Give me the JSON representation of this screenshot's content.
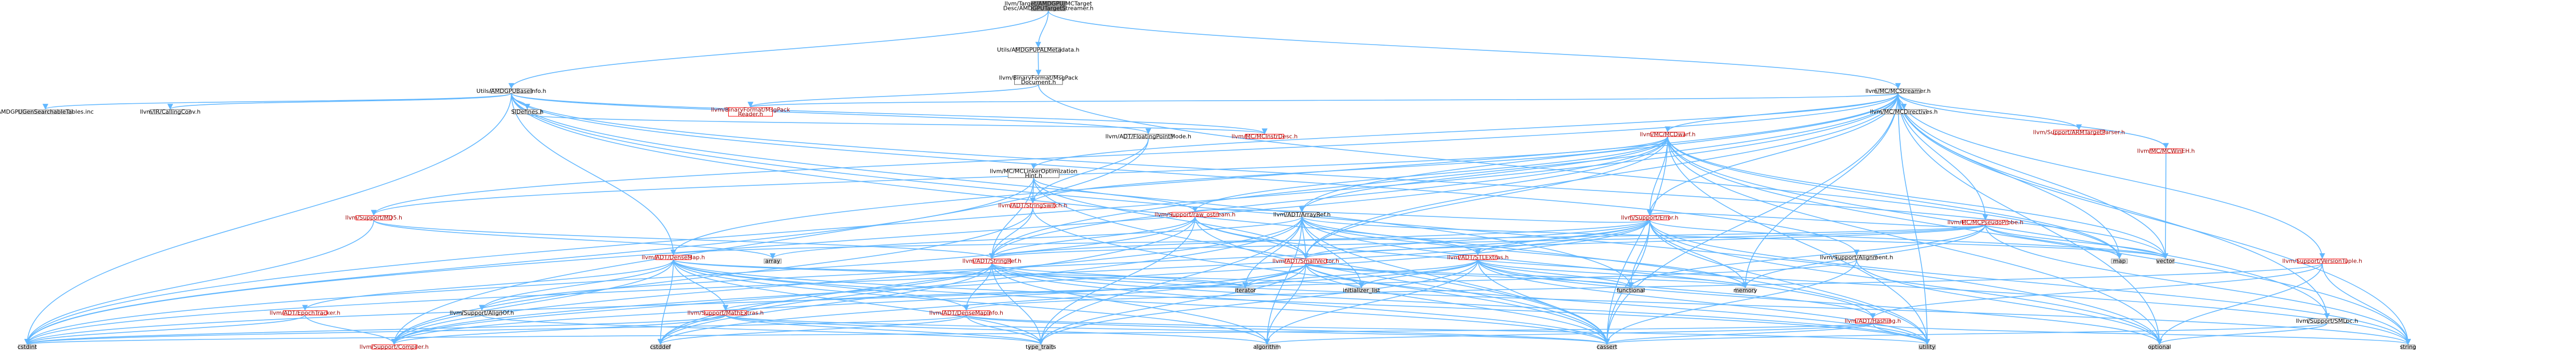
{
  "colors": {
    "edge": "#63b8ff",
    "root_fill": "#999999",
    "root_stroke": "#666666",
    "node_fill": "#ffffff",
    "node_stroke": "#666666",
    "missing_fill": "#e0e0e0",
    "missing_stroke": "#999999",
    "linked_text": "#000000",
    "unresolved_stroke": "#ff0000",
    "unresolved_text": "#9a0000"
  },
  "nodes": [
    {
      "id": "root",
      "lines": [
        "llvm/Target/AMDGPU/MCTarget",
        "Desc/AMDGPUTargetStreamer.h"
      ],
      "kind": "root"
    },
    {
      "id": "baseinfo",
      "lines": [
        "Utils/AMDGPUBaseInfo.h"
      ],
      "kind": "node"
    },
    {
      "id": "palmeta",
      "lines": [
        "Utils/AMDGPUPALMetadata.h"
      ],
      "kind": "node"
    },
    {
      "id": "mcstreamer",
      "lines": [
        "llvm/MC/MCStreamer.h"
      ],
      "kind": "node"
    },
    {
      "id": "msgpackdoc",
      "lines": [
        "llvm/BinaryFormat/MsgPack",
        "Document.h"
      ],
      "kind": "node"
    },
    {
      "id": "gentable",
      "lines": [
        "AMDGPUGenSearchableTables.inc"
      ],
      "kind": "missing"
    },
    {
      "id": "callingconv",
      "lines": [
        "llvm/IR/CallingConv.h"
      ],
      "kind": "node"
    },
    {
      "id": "sidefines",
      "lines": [
        "SIDefines.h"
      ],
      "kind": "node"
    },
    {
      "id": "msgpackreader",
      "lines": [
        "llvm/BinaryFormat/MsgPack",
        "Reader.h"
      ],
      "kind": "red"
    },
    {
      "id": "mcinstrdesc",
      "lines": [
        "llvm/MC/MCInstrDesc.h"
      ],
      "kind": "red"
    },
    {
      "id": "fpmode",
      "lines": [
        "llvm/ADT/FloatingPointMode.h"
      ],
      "kind": "node"
    },
    {
      "id": "mcdirectives",
      "lines": [
        "llvm/MC/MCDirectives.h"
      ],
      "kind": "node"
    },
    {
      "id": "mclinker",
      "lines": [
        "llvm/MC/MCLinkerOptimization",
        "Hint.h"
      ],
      "kind": "node"
    },
    {
      "id": "mcdwarf",
      "lines": [
        "llvm/MC/MCDwarf.h"
      ],
      "kind": "red"
    },
    {
      "id": "armtp",
      "lines": [
        "llvm/Support/ARMTargetParser.h"
      ],
      "kind": "red"
    },
    {
      "id": "mcwinezh",
      "lines": [
        "llvm/MC/MCWinEH.h"
      ],
      "kind": "red"
    },
    {
      "id": "md5",
      "lines": [
        "llvm/Support/MD5.h"
      ],
      "kind": "red"
    },
    {
      "id": "stringswitch",
      "lines": [
        "llvm/ADT/StringSwitch.h"
      ],
      "kind": "red"
    },
    {
      "id": "rawostream",
      "lines": [
        "llvm/Support/raw_ostream.h"
      ],
      "kind": "red"
    },
    {
      "id": "error",
      "lines": [
        "llvm/Support/Error.h"
      ],
      "kind": "red"
    },
    {
      "id": "arrayref",
      "lines": [
        "llvm/ADT/ArrayRef.h"
      ],
      "kind": "node"
    },
    {
      "id": "mcpseudo",
      "lines": [
        "llvm/MC/MCPseudoProbe.h"
      ],
      "kind": "red"
    },
    {
      "id": "densemap",
      "lines": [
        "llvm/ADT/DenseMap.h"
      ],
      "kind": "red"
    },
    {
      "id": "array",
      "lines": [
        "array"
      ],
      "kind": "missing"
    },
    {
      "id": "stringref",
      "lines": [
        "llvm/ADT/StringRef.h"
      ],
      "kind": "red"
    },
    {
      "id": "smallvector",
      "lines": [
        "llvm/ADT/SmallVector.h"
      ],
      "kind": "red"
    },
    {
      "id": "stlextras",
      "lines": [
        "llvm/ADT/STLExtras.h"
      ],
      "kind": "red"
    },
    {
      "id": "alignment",
      "lines": [
        "llvm/Support/Alignment.h"
      ],
      "kind": "node"
    },
    {
      "id": "map",
      "lines": [
        "map"
      ],
      "kind": "missing"
    },
    {
      "id": "vector",
      "lines": [
        "vector"
      ],
      "kind": "missing"
    },
    {
      "id": "versiontuple",
      "lines": [
        "llvm/Support/VersionTuple.h"
      ],
      "kind": "red"
    },
    {
      "id": "epochtracker",
      "lines": [
        "llvm/ADT/EpochTracker.h"
      ],
      "kind": "red"
    },
    {
      "id": "alignof",
      "lines": [
        "llvm/Support/AlignOf.h"
      ],
      "kind": "node"
    },
    {
      "id": "mathextras",
      "lines": [
        "llvm/Support/MathExtras.h"
      ],
      "kind": "red"
    },
    {
      "id": "densemapinfo",
      "lines": [
        "llvm/ADT/DenseMapInfo.h"
      ],
      "kind": "red"
    },
    {
      "id": "iterator",
      "lines": [
        "iterator"
      ],
      "kind": "missing"
    },
    {
      "id": "initlist",
      "lines": [
        "initializer_list"
      ],
      "kind": "missing"
    },
    {
      "id": "functional",
      "lines": [
        "functional"
      ],
      "kind": "missing"
    },
    {
      "id": "memory",
      "lines": [
        "memory"
      ],
      "kind": "missing"
    },
    {
      "id": "hashing",
      "lines": [
        "llvm/ADT/Hashing.h"
      ],
      "kind": "red"
    },
    {
      "id": "smloc",
      "lines": [
        "llvm/Support/SMLoc.h"
      ],
      "kind": "node"
    },
    {
      "id": "cstdint",
      "lines": [
        "cstdint"
      ],
      "kind": "missing"
    },
    {
      "id": "compiler",
      "lines": [
        "llvm/Support/Compiler.h"
      ],
      "kind": "red"
    },
    {
      "id": "cstddef",
      "lines": [
        "cstddef"
      ],
      "kind": "missing"
    },
    {
      "id": "typetraits",
      "lines": [
        "type_traits"
      ],
      "kind": "missing"
    },
    {
      "id": "algorithm",
      "lines": [
        "algorithm"
      ],
      "kind": "missing"
    },
    {
      "id": "cassert",
      "lines": [
        "cassert"
      ],
      "kind": "missing"
    },
    {
      "id": "utility",
      "lines": [
        "utility"
      ],
      "kind": "missing"
    },
    {
      "id": "optional",
      "lines": [
        "optional"
      ],
      "kind": "missing"
    },
    {
      "id": "string",
      "lines": [
        "string"
      ],
      "kind": "missing"
    }
  ],
  "edges": [
    [
      "root",
      "baseinfo"
    ],
    [
      "root",
      "palmeta"
    ],
    [
      "root",
      "mcstreamer"
    ],
    [
      "palmeta",
      "msgpackdoc"
    ],
    [
      "msgpackdoc",
      "msgpackreader"
    ],
    [
      "msgpackdoc",
      "map"
    ],
    [
      "baseinfo",
      "gentable"
    ],
    [
      "baseinfo",
      "callingconv"
    ],
    [
      "baseinfo",
      "sidefines"
    ],
    [
      "baseinfo",
      "fpmode"
    ],
    [
      "baseinfo",
      "alignment"
    ],
    [
      "baseinfo",
      "mcinstrdesc"
    ],
    [
      "baseinfo",
      "densemap"
    ],
    [
      "baseinfo",
      "cstdint"
    ],
    [
      "baseinfo",
      "functional"
    ],
    [
      "baseinfo",
      "optional"
    ],
    [
      "baseinfo",
      "utility"
    ],
    [
      "baseinfo",
      "vector"
    ],
    [
      "sidefines",
      "mcinstrdesc"
    ],
    [
      "mcstreamer",
      "arrayref"
    ],
    [
      "mcstreamer",
      "densemap"
    ],
    [
      "mcstreamer",
      "smallvector"
    ],
    [
      "mcstreamer",
      "stringref"
    ],
    [
      "mcstreamer",
      "mcdirectives"
    ],
    [
      "mcstreamer",
      "mcdwarf"
    ],
    [
      "mcstreamer",
      "mclinker"
    ],
    [
      "mcstreamer",
      "mcpseudo"
    ],
    [
      "mcstreamer",
      "mcwinezh"
    ],
    [
      "mcstreamer",
      "armtp"
    ],
    [
      "mcstreamer",
      "error"
    ],
    [
      "mcstreamer",
      "md5"
    ],
    [
      "mcstreamer",
      "smloc"
    ],
    [
      "mcstreamer",
      "versiontuple"
    ],
    [
      "mcstreamer",
      "cassert"
    ],
    [
      "mcstreamer",
      "cstdint"
    ],
    [
      "mcstreamer",
      "memory"
    ],
    [
      "mcstreamer",
      "optional"
    ],
    [
      "mcstreamer",
      "string"
    ],
    [
      "mcstreamer",
      "utility"
    ],
    [
      "mcstreamer",
      "vector"
    ],
    [
      "mcstreamer",
      "msgpackreader"
    ],
    [
      "mcstreamer",
      "map"
    ],
    [
      "fpmode",
      "stringswitch"
    ],
    [
      "fpmode",
      "compiler"
    ],
    [
      "mclinker",
      "smallvector"
    ],
    [
      "mclinker",
      "stringref"
    ],
    [
      "mclinker",
      "stringswitch"
    ],
    [
      "mclinker",
      "cassert"
    ],
    [
      "mclinker",
      "cstdint"
    ],
    [
      "mclinker",
      "rawostream"
    ],
    [
      "mcdwarf",
      "stringref"
    ],
    [
      "mcdwarf",
      "error"
    ],
    [
      "mcdwarf",
      "md5"
    ],
    [
      "mcdwarf",
      "smloc"
    ],
    [
      "mcdwarf",
      "stringswitch"
    ],
    [
      "mcdwarf",
      "rawostream"
    ],
    [
      "mcdwarf",
      "cassert"
    ],
    [
      "mcdwarf",
      "cstdint"
    ],
    [
      "mcdwarf",
      "optional"
    ],
    [
      "mcdwarf",
      "string"
    ],
    [
      "mcdwarf",
      "utility"
    ],
    [
      "mcdwarf",
      "vector"
    ],
    [
      "mcdwarf",
      "map"
    ],
    [
      "mcdwarf",
      "smallvector"
    ],
    [
      "mcdwarf",
      "arrayref"
    ],
    [
      "mcwinezh",
      "vector"
    ],
    [
      "error",
      "stringref"
    ],
    [
      "error",
      "rawostream"
    ],
    [
      "error",
      "alignof"
    ],
    [
      "error",
      "compiler"
    ],
    [
      "error",
      "cassert"
    ],
    [
      "error",
      "cstdint"
    ],
    [
      "error",
      "functional"
    ],
    [
      "error",
      "memory"
    ],
    [
      "error",
      "optional"
    ],
    [
      "error",
      "string"
    ],
    [
      "error",
      "type_traits"
    ],
    [
      "error",
      "utility"
    ],
    [
      "error",
      "vector"
    ],
    [
      "error",
      "smallvector"
    ],
    [
      "error",
      "stlextras"
    ],
    [
      "md5",
      "stringref"
    ],
    [
      "md5",
      "array"
    ],
    [
      "md5",
      "cstdint"
    ],
    [
      "md5",
      "endian"
    ],
    [
      "stringswitch",
      "stringref"
    ],
    [
      "stringswitch",
      "compiler"
    ],
    [
      "stringswitch",
      "cassert"
    ],
    [
      "stringswitch",
      "cstring"
    ],
    [
      "rawostream",
      "stringref"
    ],
    [
      "rawostream",
      "cassert"
    ],
    [
      "rawostream",
      "cstddef"
    ],
    [
      "rawostream",
      "cstdint"
    ],
    [
      "rawostream",
      "string"
    ],
    [
      "rawostream",
      "typetraits"
    ],
    [
      "rawostream",
      "smallvector"
    ],
    [
      "arrayref",
      "hashing"
    ],
    [
      "arrayref",
      "smallvector"
    ],
    [
      "arrayref",
      "stlextras"
    ],
    [
      "arrayref",
      "compiler"
    ],
    [
      "arrayref",
      "algorithm"
    ],
    [
      "arrayref",
      "array"
    ],
    [
      "arrayref",
      "cassert"
    ],
    [
      "arrayref",
      "cstddef"
    ],
    [
      "arrayref",
      "initlist"
    ],
    [
      "arrayref",
      "iterator"
    ],
    [
      "arrayref",
      "memory"
    ],
    [
      "arrayref",
      "typetraits"
    ],
    [
      "arrayref",
      "vector"
    ],
    [
      "mcpseudo",
      "densemap"
    ],
    [
      "mcpseudo",
      "smallvector"
    ],
    [
      "mcpseudo",
      "stringref"
    ],
    [
      "mcpseudo",
      "error"
    ],
    [
      "mcpseudo",
      "functional"
    ],
    [
      "mcpseudo",
      "memory"
    ],
    [
      "mcpseudo",
      "string"
    ],
    [
      "mcpseudo",
      "vector"
    ],
    [
      "mcpseudo",
      "map"
    ],
    [
      "mcpseudo",
      "unordered"
    ],
    [
      "densemap",
      "densemapinfo"
    ],
    [
      "densemap",
      "epochtracker"
    ],
    [
      "densemap",
      "alignof"
    ],
    [
      "densemap",
      "compiler"
    ],
    [
      "densemap",
      "mathextras"
    ],
    [
      "densemap",
      "algorithm"
    ],
    [
      "densemap",
      "cassert"
    ],
    [
      "densemap",
      "cstddef"
    ],
    [
      "densemap",
      "initlist"
    ],
    [
      "densemap",
      "iterator"
    ],
    [
      "densemap",
      "typetraits"
    ],
    [
      "densemap",
      "utility"
    ],
    [
      "stringref",
      "densemapinfo"
    ],
    [
      "stringref",
      "iterator"
    ],
    [
      "stringref",
      "compiler"
    ],
    [
      "stringref",
      "algorithm"
    ],
    [
      "stringref",
      "cassert"
    ],
    [
      "stringref",
      "cstddef"
    ],
    [
      "stringref",
      "cstring"
    ],
    [
      "stringref",
      "limits"
    ],
    [
      "stringref",
      "string"
    ],
    [
      "stringref",
      "typetraits"
    ],
    [
      "stringref",
      "utility"
    ],
    [
      "smallvector",
      "compiler"
    ],
    [
      "smallvector",
      "algorithm"
    ],
    [
      "smallvector",
      "cassert"
    ],
    [
      "smallvector",
      "cstddef"
    ],
    [
      "smallvector",
      "functional"
    ],
    [
      "smallvector",
      "initlist"
    ],
    [
      "smallvector",
      "iterator"
    ],
    [
      "smallvector",
      "memory"
    ],
    [
      "smallvector",
      "typetraits"
    ],
    [
      "smallvector",
      "utility"
    ],
    [
      "stlextras",
      "hashing"
    ],
    [
      "stlextras",
      "iterator"
    ],
    [
      "stlextras",
      "algorithm"
    ],
    [
      "stlextras",
      "cassert"
    ],
    [
      "stlextras",
      "cstdint"
    ],
    [
      "stlextras",
      "functional"
    ],
    [
      "stlextras",
      "initlist"
    ],
    [
      "stlextras",
      "memory"
    ],
    [
      "stlextras",
      "optional"
    ],
    [
      "stlextras",
      "typetraits"
    ],
    [
      "stlextras",
      "utility"
    ],
    [
      "alignment",
      "mathextras"
    ],
    [
      "alignment",
      "cassert"
    ],
    [
      "alignment",
      "optional"
    ],
    [
      "versiontuple",
      "densemapinfo"
    ],
    [
      "versiontuple",
      "hashing"
    ],
    [
      "versiontuple",
      "optional"
    ],
    [
      "versiontuple",
      "string"
    ],
    [
      "versiontuple",
      "tuple"
    ],
    [
      "epochtracker",
      "cstdint"
    ],
    [
      "epochtracker",
      "compiler"
    ],
    [
      "alignof",
      "typetraits"
    ],
    [
      "mathextras",
      "compiler"
    ],
    [
      "mathextras",
      "cassert"
    ],
    [
      "mathextras",
      "climits"
    ],
    [
      "mathextras",
      "cstdint"
    ],
    [
      "mathextras",
      "typetraits"
    ],
    [
      "mathextras",
      "algorithm"
    ],
    [
      "densemapinfo",
      "cassert"
    ],
    [
      "densemapinfo",
      "cstddef"
    ],
    [
      "densemapinfo",
      "cstdint"
    ],
    [
      "densemapinfo",
      "tuple"
    ],
    [
      "densemapinfo",
      "typetraits"
    ],
    [
      "densemapinfo",
      "utility"
    ],
    [
      "hashing",
      "cassert"
    ],
    [
      "hashing",
      "cstdint"
    ],
    [
      "hashing",
      "string"
    ],
    [
      "hashing",
      "tuple"
    ],
    [
      "hashing",
      "utility"
    ],
    [
      "hashing",
      "algorithm"
    ],
    [
      "smloc",
      "cassert"
    ],
    [
      "smloc",
      "optional"
    ]
  ]
}
